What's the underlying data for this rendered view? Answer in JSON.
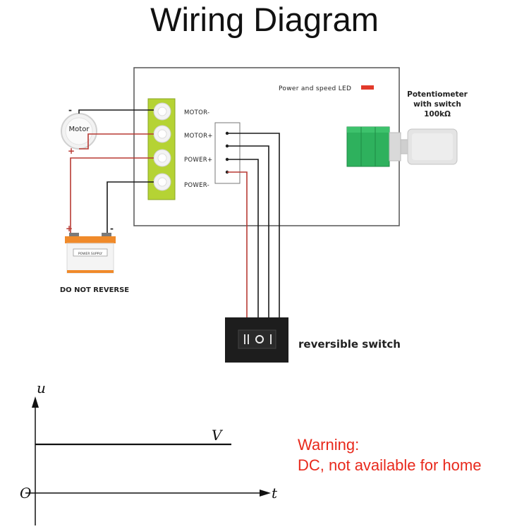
{
  "title": "Wiring Diagram",
  "controller": {
    "led_label": "Power and speed LED",
    "terminals": [
      "MOTOR-",
      "MOTOR+",
      "POWER+",
      "POWER-"
    ]
  },
  "potentiometer": {
    "line1": "Potentiometer",
    "line2": "with switch",
    "line3": "100kΩ"
  },
  "motor": {
    "label": "Motor",
    "minus": "-",
    "plus": "+"
  },
  "battery": {
    "plus": "+",
    "minus": "-",
    "label": "POWER SUPPLY",
    "caption": "DO NOT REVERSE"
  },
  "switch": {
    "label": "reversible switch"
  },
  "graph": {
    "y_axis": "u",
    "x_axis": "t",
    "origin": "O",
    "line_label": "V"
  },
  "warning": {
    "line1": "Warning:",
    "line2": "DC, not available for home"
  },
  "colors": {
    "terminal_green": "#b5d334",
    "pot_green": "#2eb15d",
    "wire_red": "#b83a34",
    "wire_black": "#1a1a1a",
    "warning_red": "#e8291c",
    "battery_orange": "#f08a2a"
  }
}
